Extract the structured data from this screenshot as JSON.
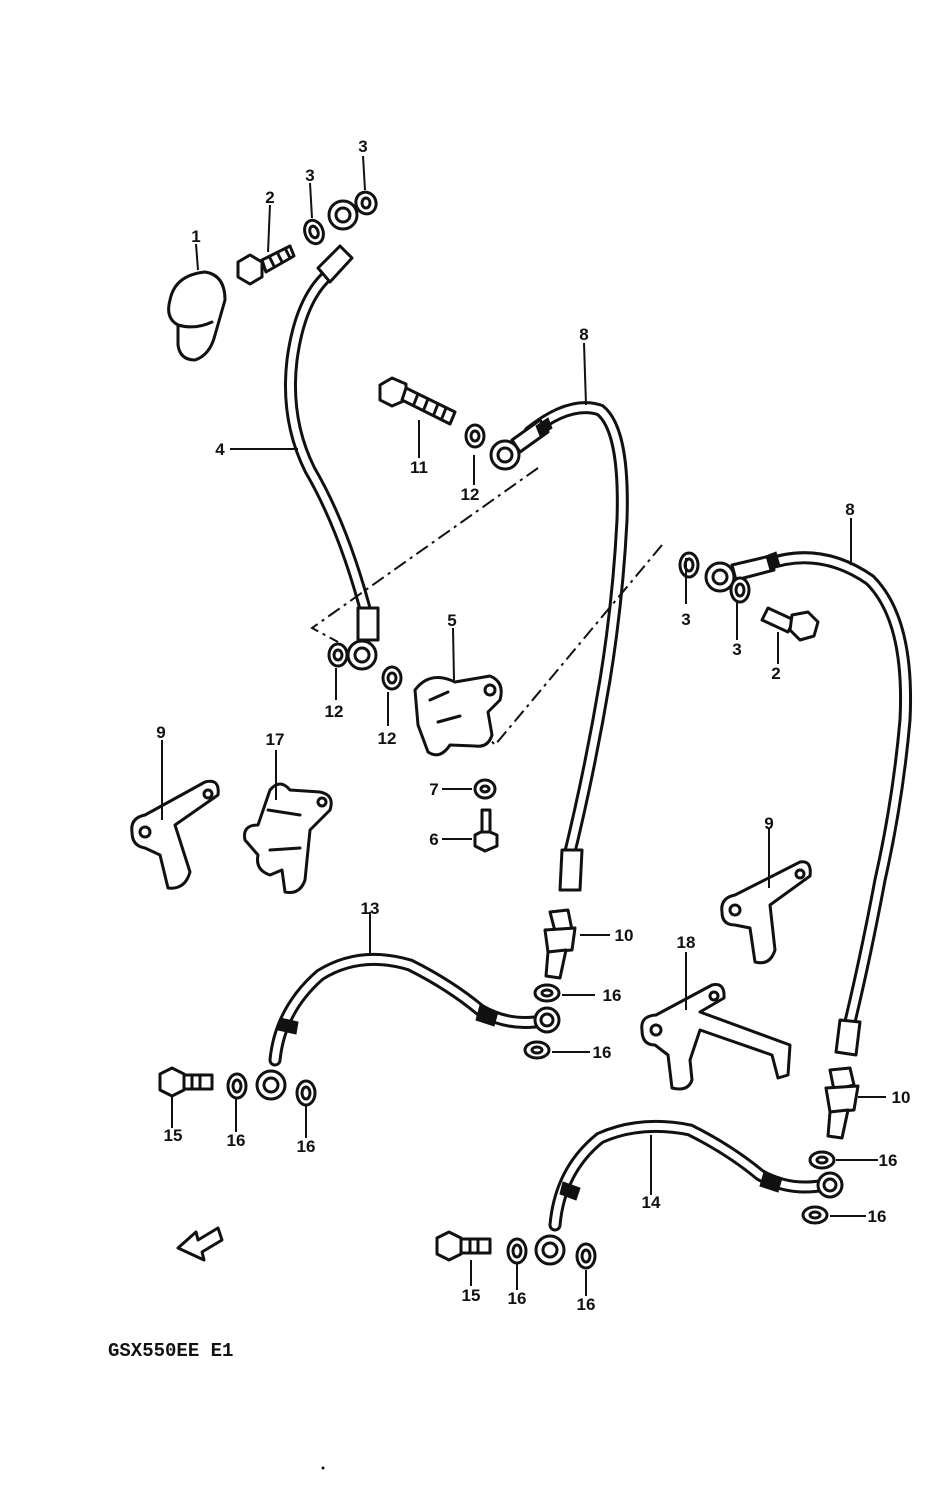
{
  "diagram": {
    "callouts": {
      "c1": "1",
      "c2a": "2",
      "c3a": "3",
      "c3b": "3",
      "c4": "4",
      "c8a": "8",
      "c11": "11",
      "c12a": "12",
      "c5": "5",
      "c12b": "12",
      "c12c": "12",
      "c7": "7",
      "c6": "6",
      "c9a": "9",
      "c17": "17",
      "c3c": "3",
      "c3d": "3",
      "c2b": "2",
      "c8b": "8",
      "c9b": "9",
      "c10a": "10",
      "c13": "13",
      "c16a": "16",
      "c16b": "16",
      "c18": "18",
      "c15a": "15",
      "c16c": "16",
      "c16d": "16",
      "c10b": "10",
      "c16e": "16",
      "c16f": "16",
      "c14": "14",
      "c15b": "15",
      "c16g": "16",
      "c16h": "16"
    },
    "footer_code": "GSX550EE E1"
  }
}
